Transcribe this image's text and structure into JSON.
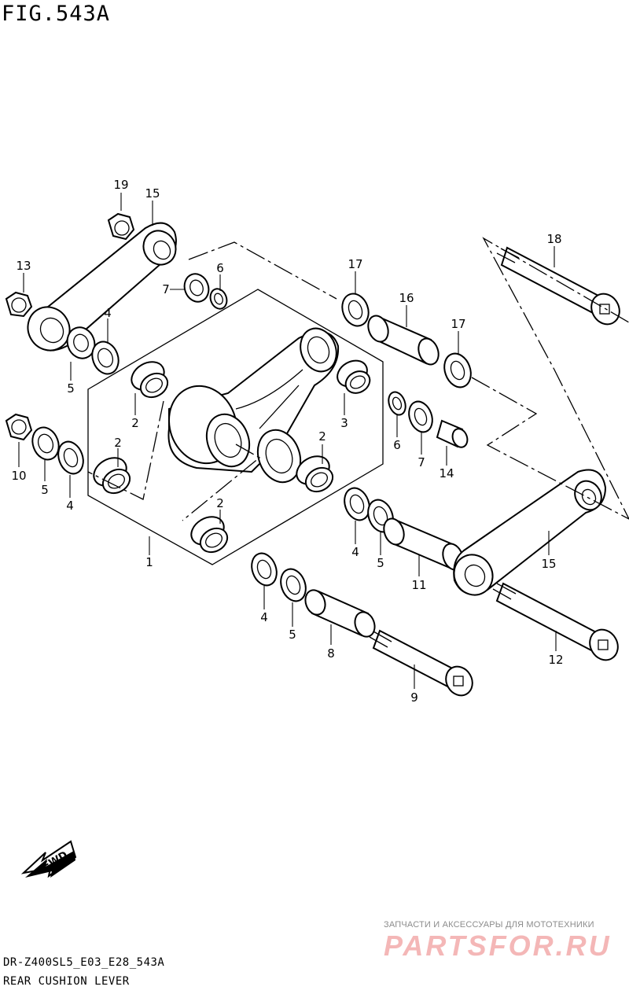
{
  "figure": {
    "title": "FIG.543A",
    "model_code": "DR-Z400SL5_E03_E28_543A",
    "section_name": "REAR CUSHION LEVER"
  },
  "fwd_arrow": {
    "label": "FWD"
  },
  "watermark": {
    "tagline": "ЗАПЧАСТИ И АКСЕССУАРЫ ДЛЯ МОТОТЕХНИКИ",
    "logo": "PARTSFOR.RU"
  },
  "callouts": [
    {
      "id": "c1",
      "label": "1"
    },
    {
      "id": "c2a",
      "label": "2"
    },
    {
      "id": "c2b",
      "label": "2"
    },
    {
      "id": "c2c",
      "label": "2"
    },
    {
      "id": "c2d",
      "label": "2"
    },
    {
      "id": "c3",
      "label": "3"
    },
    {
      "id": "c4a",
      "label": "4"
    },
    {
      "id": "c4b",
      "label": "4"
    },
    {
      "id": "c4c",
      "label": "4"
    },
    {
      "id": "c4d",
      "label": "4"
    },
    {
      "id": "c5a",
      "label": "5"
    },
    {
      "id": "c5b",
      "label": "5"
    },
    {
      "id": "c5c",
      "label": "5"
    },
    {
      "id": "c5d",
      "label": "5"
    },
    {
      "id": "c6a",
      "label": "6"
    },
    {
      "id": "c6b",
      "label": "6"
    },
    {
      "id": "c7a",
      "label": "7"
    },
    {
      "id": "c7b",
      "label": "7"
    },
    {
      "id": "c8",
      "label": "8"
    },
    {
      "id": "c9",
      "label": "9"
    },
    {
      "id": "c10",
      "label": "10"
    },
    {
      "id": "c11",
      "label": "11"
    },
    {
      "id": "c12",
      "label": "12"
    },
    {
      "id": "c13",
      "label": "13"
    },
    {
      "id": "c14",
      "label": "14"
    },
    {
      "id": "c15a",
      "label": "15"
    },
    {
      "id": "c15b",
      "label": "15"
    },
    {
      "id": "c16",
      "label": "16"
    },
    {
      "id": "c17a",
      "label": "17"
    },
    {
      "id": "c17b",
      "label": "17"
    },
    {
      "id": "c18",
      "label": "18"
    },
    {
      "id": "c19",
      "label": "19"
    }
  ]
}
